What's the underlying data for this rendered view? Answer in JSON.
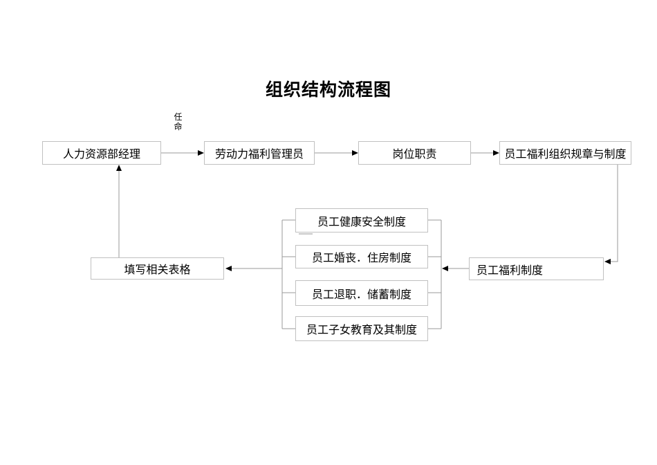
{
  "title": "组织结构流程图",
  "diagram": {
    "annotation": {
      "appointment_label": "任命"
    },
    "nodes": {
      "hr_manager": {
        "label": "人力资源部经理"
      },
      "welfare_admin": {
        "label": "劳动力福利管理员"
      },
      "job_duties": {
        "label": "岗位职责"
      },
      "org_rules": {
        "label": "员工福利组织规章与制度"
      },
      "health_safety": {
        "label": "员工健康安全制度"
      },
      "marriage_housing": {
        "label": "员工婚丧．住房制度"
      },
      "retirement_savings": {
        "label": "员工退职．储蓄制度"
      },
      "children_education": {
        "label": "员工子女教育及其制度"
      },
      "welfare_system": {
        "label": "员工福利制度"
      },
      "fill_forms": {
        "label": "填写相关表格"
      }
    },
    "colors": {
      "background": "#ffffff",
      "box_border": "#c0c0c0",
      "connector_line": "#9a9a9a",
      "arrowhead": "#000000",
      "text": "#000000"
    }
  }
}
